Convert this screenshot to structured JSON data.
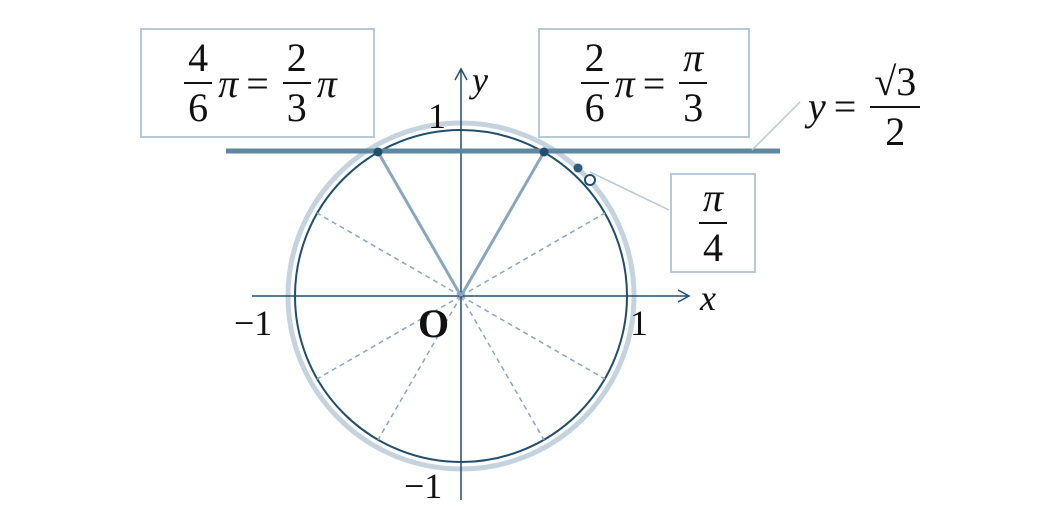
{
  "labels": {
    "left_box": {
      "num1": "4",
      "den1": "6",
      "pi": "π",
      "eq": "=",
      "num2": "2",
      "den2": "3"
    },
    "right_box": {
      "num1": "2",
      "den1": "6",
      "pi": "π",
      "eq": "=",
      "num2": "π",
      "den2": "3"
    },
    "pi4_box": {
      "num": "π",
      "den": "4"
    },
    "line_eq": {
      "y": "y",
      "eq": "=",
      "num": "√3",
      "den": "2"
    },
    "axis_x": "x",
    "axis_y": "y",
    "origin": "O",
    "tick_y_pos": "1",
    "tick_y_neg": "−1",
    "tick_x_pos": "1",
    "tick_x_neg": "−1"
  },
  "colors": {
    "circle": "#1f4e6e",
    "outer": "#c5d3df",
    "line": "#5f88a0",
    "radius": "#8aa6bd",
    "dashed": "#8aa6bd"
  }
}
